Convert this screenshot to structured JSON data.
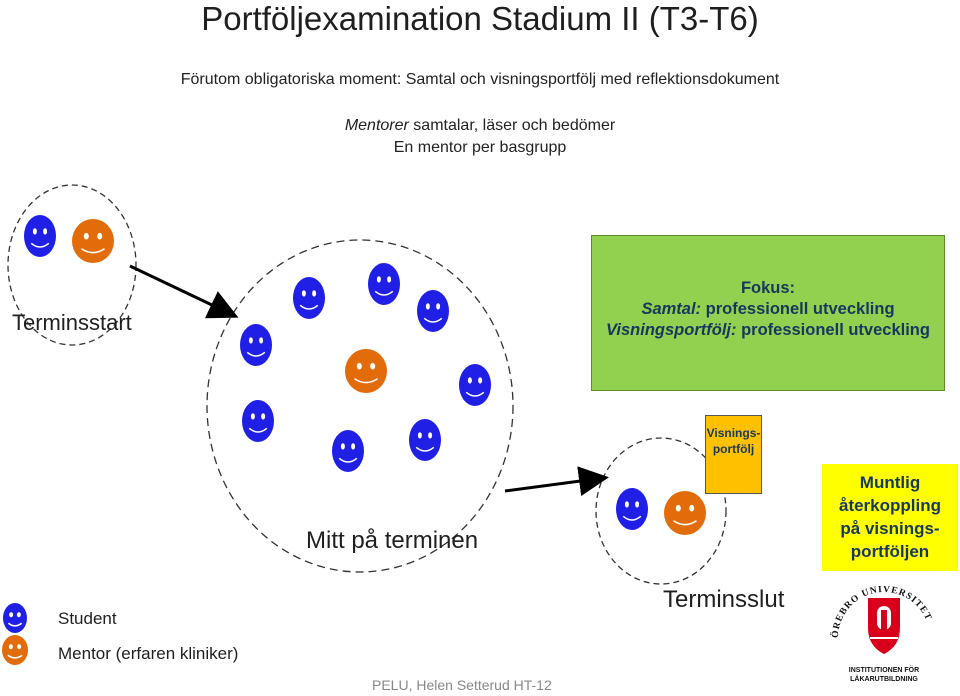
{
  "title": "Portföljexamination Stadium II (T3-T6)",
  "intro": "Förutom obligatoriska moment: Samtal och visningsportfölj med reflektionsdokument",
  "mentors_line": {
    "em": "Mentorer",
    "rest": " samtalar, läser och bedömer"
  },
  "per_group": "En mentor per basgrupp",
  "stages": {
    "start": "Terminsstart",
    "middle": "Mitt på terminen",
    "end": "Terminsslut"
  },
  "focus": {
    "heading": "Fokus:",
    "line1_label": "Samtal:",
    "line1_text": " professionell utveckling",
    "line2_label": "Visningsportfölj:",
    "line2_text": " professionell utveckling"
  },
  "portfolio_box": {
    "line1": "Visnings-",
    "line2": "portfölj"
  },
  "feedback": {
    "line1": "Muntlig",
    "line2": "återkoppling",
    "line3": "på visnings-",
    "line4": "portföljen"
  },
  "legend": {
    "student": "Student",
    "mentor": "Mentor (erfaren kliniker)"
  },
  "footer": "PELU, Helen Setterud HT-12",
  "logo": {
    "arc_text": "ÖREBRO UNIVERSITET",
    "line1": "INSTITUTIONEN FÖR",
    "line2": "LÄKARUTBILDNING"
  },
  "colors": {
    "student": "#1f1fe6",
    "mentor": "#e36c0a",
    "focus_box": "#92d050",
    "portfolio_box": "#ffc000",
    "feedback_box": "#ffff00",
    "emphasis_text": "#17375e",
    "logo_red": "#d9001b"
  }
}
